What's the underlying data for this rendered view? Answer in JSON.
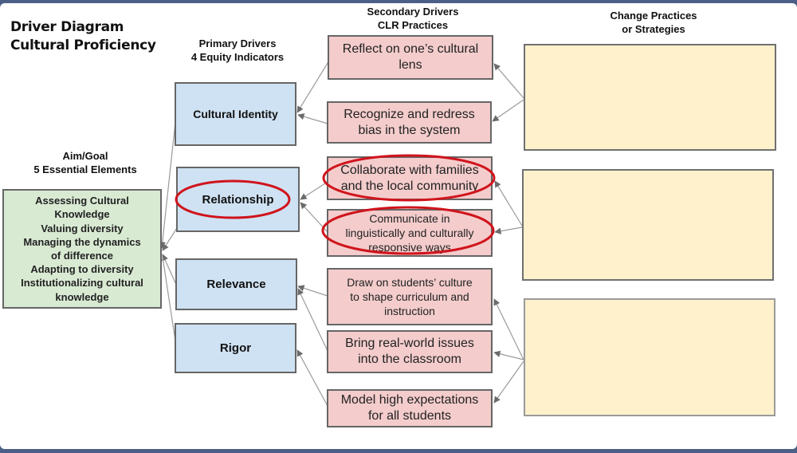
{
  "title": {
    "line1": "Driver Diagram",
    "line2": "Cultural Proficiency"
  },
  "columns": {
    "aim": {
      "line1": "Aim/Goal",
      "line2": "5 Essential Elements"
    },
    "primary": {
      "line1": "Primary Drivers",
      "line2": "4 Equity Indicators"
    },
    "secondary": {
      "line1": "Secondary Drivers",
      "line2": "CLR Practices"
    },
    "change": {
      "line1": "Change Practices",
      "line2": "or Strategies"
    }
  },
  "aim_box": {
    "lines": [
      "Assessing Cultural",
      "Knowledge",
      "Valuing diversity",
      "Managing the dynamics",
      "of difference",
      "Adapting to diversity",
      "Institutionalizing cultural",
      "knowledge"
    ]
  },
  "primary_drivers": [
    {
      "label": "Cultural Identity",
      "highlighted": false
    },
    {
      "label": "Relationship",
      "highlighted": true
    },
    {
      "label": "Relevance",
      "highlighted": false
    },
    {
      "label": "Rigor",
      "highlighted": false
    }
  ],
  "secondary_drivers": [
    {
      "lines": [
        "Reflect on one’s cultural",
        "lens"
      ],
      "primary": "Cultural Identity",
      "highlighted": false
    },
    {
      "lines": [
        "Recognize and redress",
        "bias in the system"
      ],
      "primary": "Cultural Identity",
      "highlighted": false
    },
    {
      "lines": [
        "Collaborate with families",
        "and the local community"
      ],
      "primary": "Relationship",
      "highlighted": true
    },
    {
      "lines": [
        "Communicate in",
        "linguistically and culturally",
        "responsive ways"
      ],
      "primary": "Relationship",
      "highlighted": true
    },
    {
      "lines": [
        "Draw on students’ culture",
        "to shape curriculum and",
        "instruction"
      ],
      "primary": "Relevance",
      "highlighted": false
    },
    {
      "lines": [
        "Bring real-world issues",
        "into the classroom"
      ],
      "primary": "Relevance",
      "highlighted": false
    },
    {
      "lines": [
        "Model high expectations",
        "for all students"
      ],
      "primary": "Rigor",
      "highlighted": false
    }
  ],
  "change_strategies": [
    {
      "content": "",
      "targets": [
        "Reflect on one’s cultural lens",
        "Recognize and redress bias in the system"
      ]
    },
    {
      "content": "",
      "targets": [
        "Collaborate with families and the local community",
        "Communicate in linguistically and culturally responsive ways"
      ]
    },
    {
      "content": "",
      "targets": [
        "Draw on students’ culture to shape curriculum and instruction",
        "Bring real-world issues into the classroom",
        "Model high expectations for all students"
      ]
    }
  ],
  "colors": {
    "frame": "#4c5f86",
    "aim_fill": "#d9ead3",
    "primary_fill": "#cfe2f3",
    "secondary_fill": "#f4cccc",
    "strategy_fill": "#fff1cc",
    "highlight_ring": "#d0141c",
    "connector": "#8a8a8a"
  }
}
